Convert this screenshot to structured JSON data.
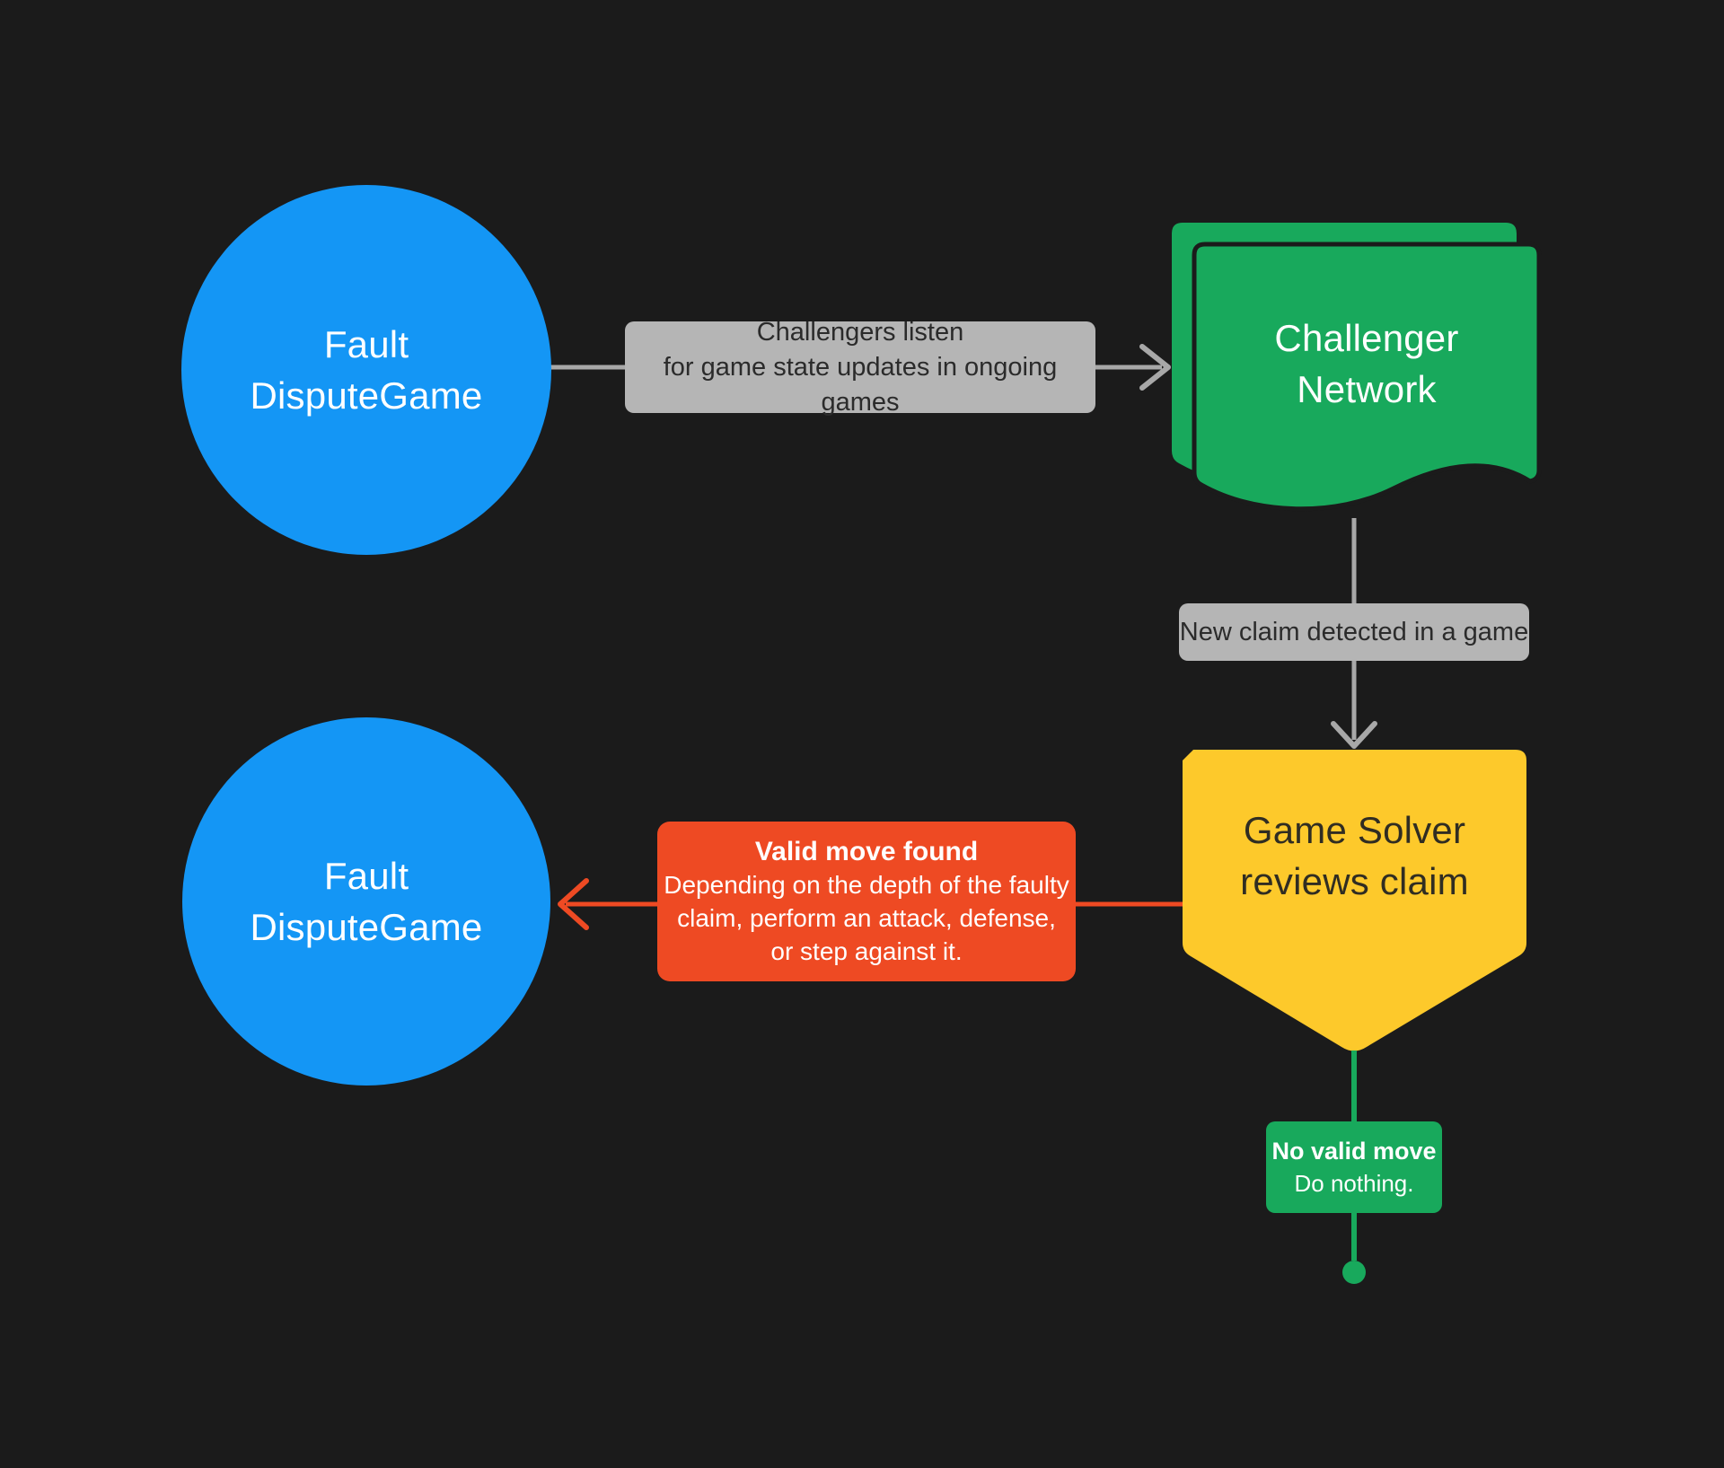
{
  "colors": {
    "background": "#1b1b1b",
    "blue": "#1496f5",
    "green": "#18a95c",
    "yellow": "#fdc92b",
    "red": "#ee4a23",
    "label_gray": "#b5b5b5",
    "label_text": "#2b2b2b",
    "line_gray": "#a8a8a8",
    "text_on_yellow": "#302d22",
    "white": "#ffffff"
  },
  "diagram": {
    "top_circle": {
      "line1": "Fault",
      "line2": "DisputeGame"
    },
    "listen_label": {
      "line1": "Challengers listen",
      "line2": "for game state updates in ongoing games"
    },
    "challenger_network": {
      "line1": "Challenger",
      "line2": "Network"
    },
    "new_claim_label": {
      "text": "New claim detected in a game"
    },
    "game_solver": {
      "line1": "Game Solver",
      "line2": "reviews claim"
    },
    "valid_move": {
      "title": "Valid move found",
      "body": "Depending on the depth of the faulty claim, perform an attack, defense, or step against it."
    },
    "bottom_circle": {
      "line1": "Fault",
      "line2": "DisputeGame"
    },
    "no_valid_move": {
      "title": "No valid move",
      "body": "Do nothing."
    }
  }
}
